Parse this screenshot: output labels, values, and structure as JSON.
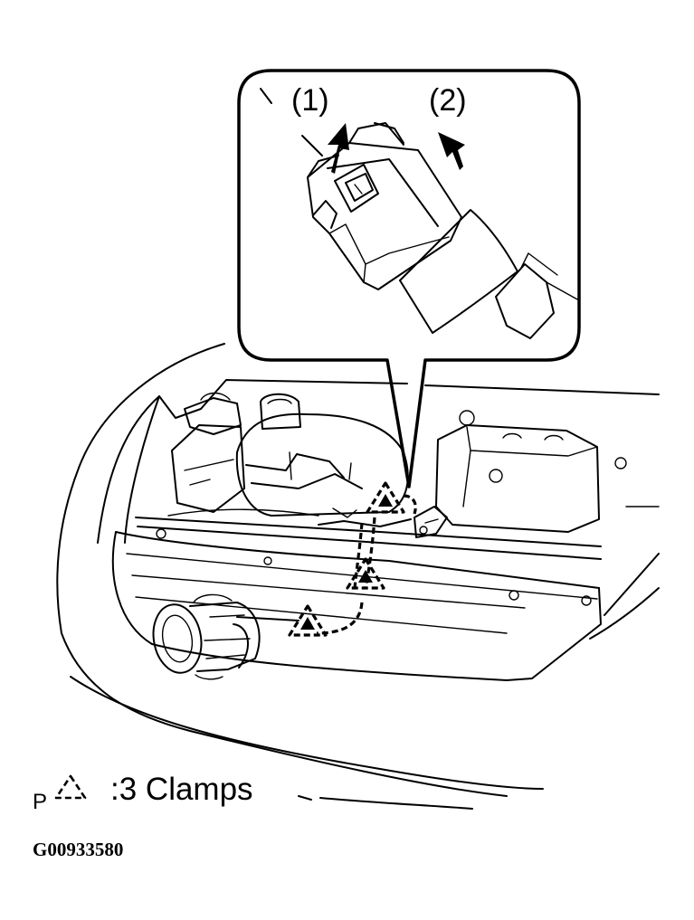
{
  "callout": {
    "step1_label": "(1)",
    "step2_label": "(2)"
  },
  "legend": {
    "prefix": "P",
    "clamp_text": ":3 Clamps"
  },
  "figure_id": "G00933580",
  "colors": {
    "line": "#000000",
    "background": "#ffffff"
  }
}
